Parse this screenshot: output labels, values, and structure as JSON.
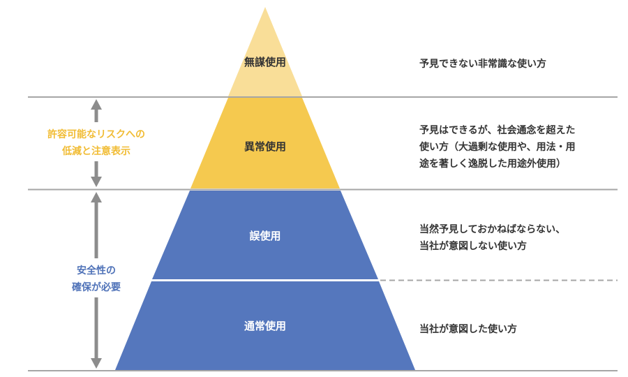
{
  "colors": {
    "tier_top": "#f9de98",
    "tier_second": "#f5c94f",
    "tier_blue": "#5577bd",
    "line": "#a6a6a6",
    "arrow": "#8c8c8c",
    "accent_yellow": "#f1bc34",
    "accent_blue": "#4f72b8",
    "text_dark": "#333333"
  },
  "tiers": [
    {
      "label": "無謀使用"
    },
    {
      "label": "異常使用"
    },
    {
      "label": "誤使用"
    },
    {
      "label": "通常使用"
    }
  ],
  "side_labels": {
    "upper": {
      "line1": "許容可能なリスクへの",
      "line2": "低減と注意表示"
    },
    "lower": {
      "line1": "安全性の",
      "line2": "確保が必要"
    }
  },
  "descriptions": [
    {
      "lines": [
        "予見できない非常識な使い方"
      ]
    },
    {
      "lines": [
        "予見はできるが、社会通念を超えた",
        "使い方（大過剰な使用や、用法・用",
        "途を著しく逸脱した用途外使用）"
      ]
    },
    {
      "lines": [
        "当然予見しておかねばならない、",
        "当社が意図しない使い方"
      ]
    },
    {
      "lines": [
        "当社が意図した使い方"
      ]
    }
  ]
}
